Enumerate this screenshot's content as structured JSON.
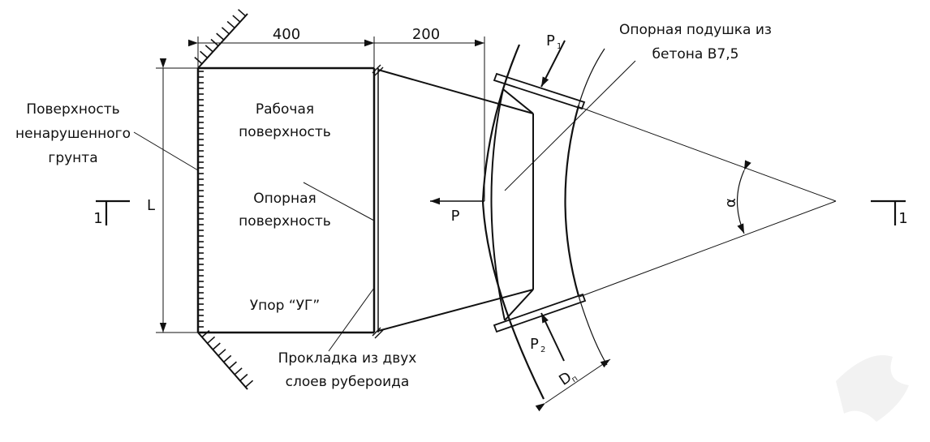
{
  "labels": {
    "surface_undisturbed": [
      "Поверхность",
      "ненарушенного",
      "грунта"
    ],
    "working_surface": [
      "Рабочая",
      "поверхность"
    ],
    "support_surface": [
      "Опорная",
      "поверхность"
    ],
    "stop_name": "Упор “УГ”",
    "gasket": [
      "Прокладка из двух",
      "слоев рубероида"
    ],
    "support_cushion": [
      "Опорная подушка из",
      "бетона В7,5"
    ],
    "force_p": "P",
    "force_p1": "P",
    "force_p1_sub": "1",
    "force_p2": "P",
    "force_p2_sub": "2",
    "diameter": "D",
    "diameter_sub": "п",
    "angle": "α",
    "dim_length": "L",
    "dim_400": "400",
    "dim_200": "200",
    "section_left": "1",
    "section_right": "1"
  }
}
